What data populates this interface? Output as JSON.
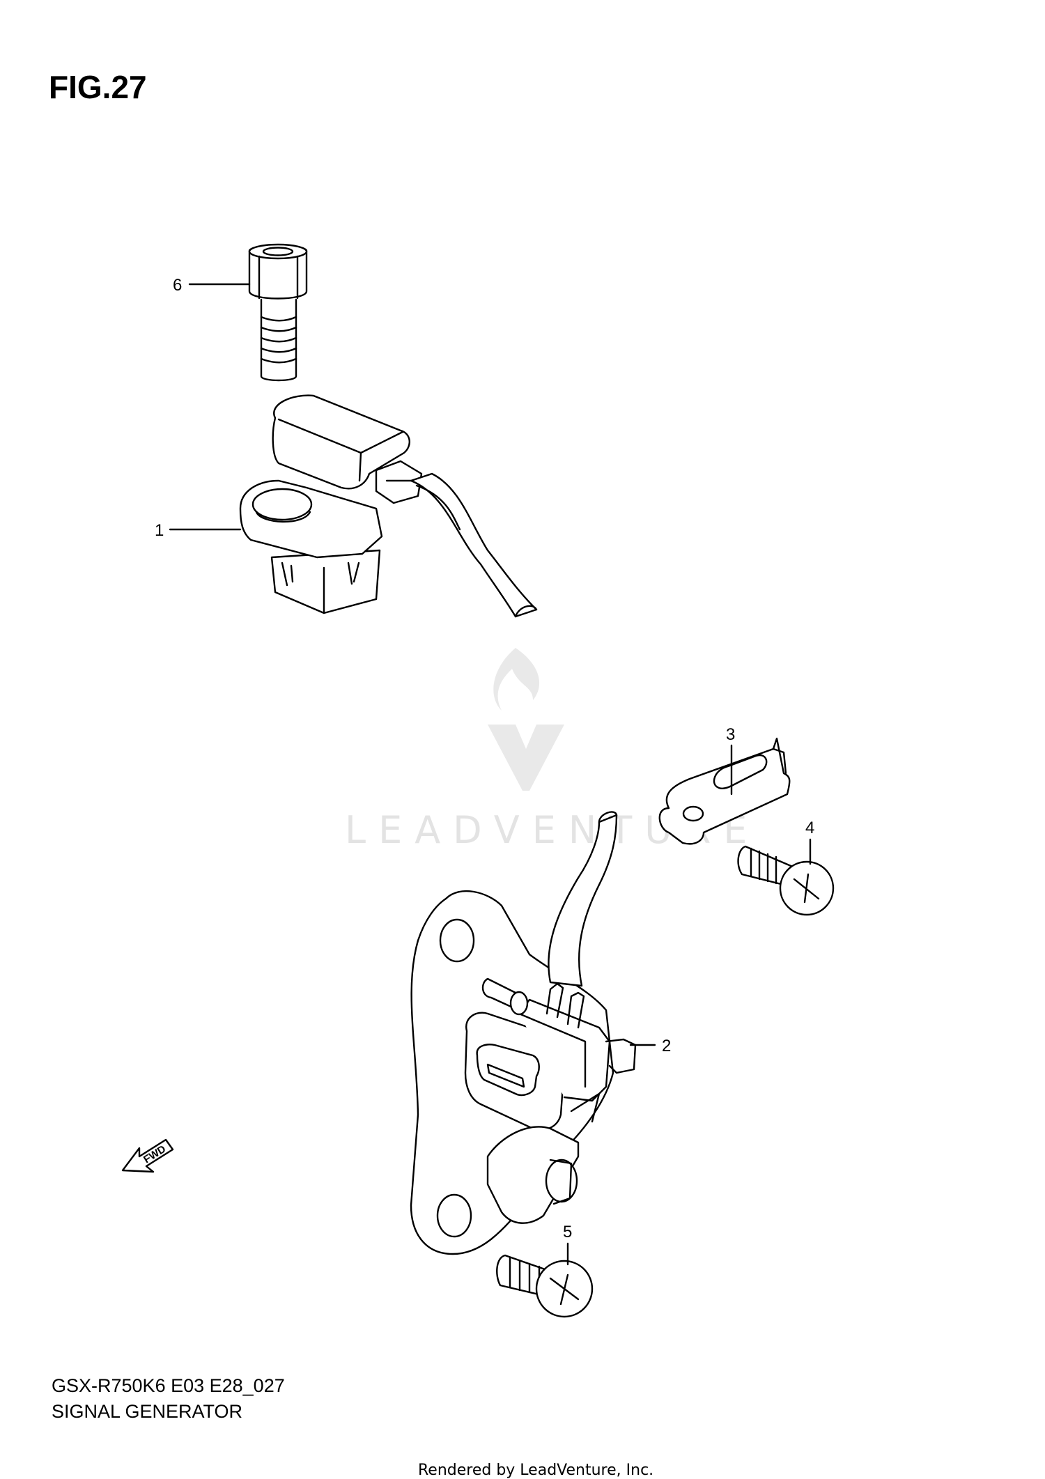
{
  "figure": {
    "title": "FIG.27"
  },
  "callouts": [
    "6",
    "1",
    "3",
    "4",
    "2",
    "5"
  ],
  "fwd_label": "FWD",
  "watermark": {
    "text": "LEADVENTURE"
  },
  "footer_info": {
    "model_code": "GSX-R750K6 E03 E28_027",
    "diagram_name": "SIGNAL GENERATOR",
    "rendered_by": "Rendered by LeadVenture, Inc."
  }
}
